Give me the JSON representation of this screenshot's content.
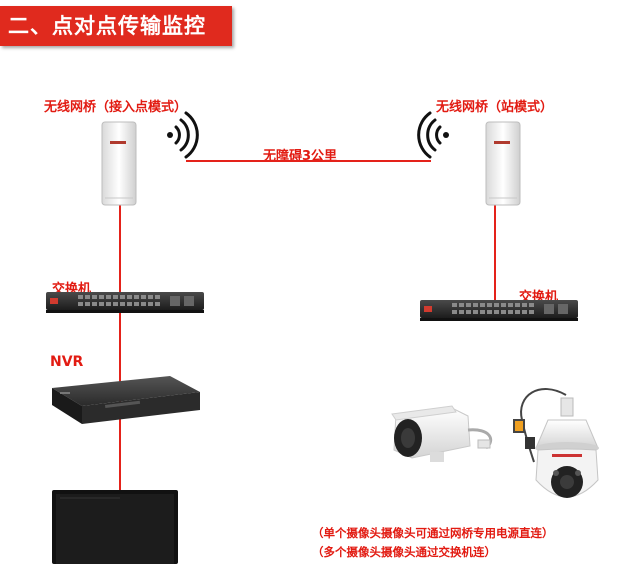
{
  "title": "二、点对点传输监控",
  "left": {
    "bridge_label": "无线网桥（接入点模式）",
    "switch_label": "交换机",
    "nvr_label": "NVR"
  },
  "right": {
    "bridge_label": "无线网桥（站模式）",
    "switch_label": "交换机"
  },
  "link_label": "无障碍3公里",
  "notes": [
    "（单个摄像头摄像头可通过网桥专用电源直连）",
    "（多个摄像头摄像头通过交换机连）"
  ],
  "colors": {
    "accent": "#e02a1e",
    "line": "#e4221a"
  }
}
